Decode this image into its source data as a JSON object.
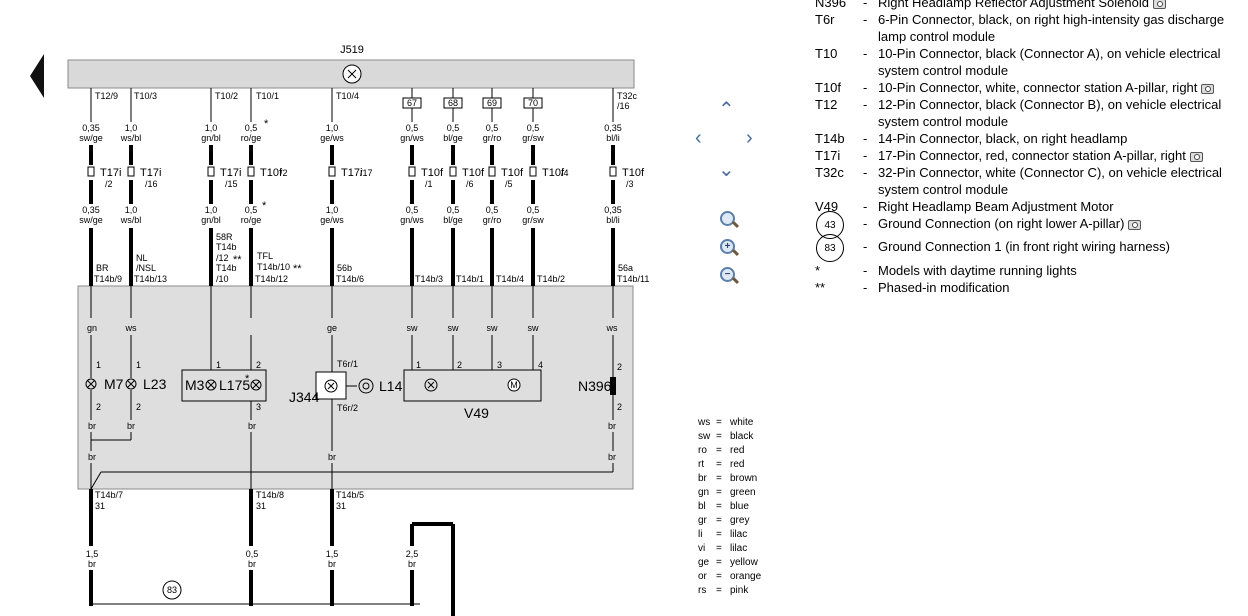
{
  "diagram": {
    "module_id": "J519",
    "module_pins": [
      "T12/9",
      "T10/3",
      "T10/2",
      "T10/1",
      "T10/4",
      "T32c/16"
    ],
    "term_boxes": [
      "67",
      "68",
      "69",
      "70"
    ],
    "wires_top": [
      {
        "size": "0,35",
        "color": "sw/ge"
      },
      {
        "size": "1,0",
        "color": "ws/bl"
      },
      {
        "size": "1,0",
        "color": "gn/bl"
      },
      {
        "size": "0,5",
        "color": "ro/ge",
        "mark": "*"
      },
      {
        "size": "1,0",
        "color": "ge/ws"
      },
      {
        "size": "0,5",
        "color": "gn/ws"
      },
      {
        "size": "0,5",
        "color": "bl/ge"
      },
      {
        "size": "0,5",
        "color": "gr/ro"
      },
      {
        "size": "0,5",
        "color": "gr/sw"
      },
      {
        "size": "0,35",
        "color": "bl/li"
      }
    ],
    "connectors": [
      {
        "name": "T17i",
        "pin": "/2"
      },
      {
        "name": "T17i",
        "pin": "/16"
      },
      {
        "name": "T17i",
        "pin": "/15"
      },
      {
        "name": "T10f",
        "pin": "/2"
      },
      {
        "name": "T17i",
        "pin": "/17"
      },
      {
        "name": "T10f",
        "pin": "/1"
      },
      {
        "name": "T10f",
        "pin": "/6"
      },
      {
        "name": "T10f",
        "pin": "/5"
      },
      {
        "name": "T10f",
        "pin": "/4"
      },
      {
        "name": "T10f",
        "pin": "/3"
      }
    ],
    "wires_mid": [
      {
        "size": "0,35",
        "color": "sw/ge"
      },
      {
        "size": "1,0",
        "color": "ws/bl"
      },
      {
        "size": "1,0",
        "color": "gn/bl"
      },
      {
        "size": "0,5",
        "color": "ro/ge",
        "mark": "*"
      },
      {
        "size": "1,0",
        "color": "ge/ws"
      },
      {
        "size": "0,5",
        "color": "gn/ws"
      },
      {
        "size": "0,5",
        "color": "bl/ge"
      },
      {
        "size": "0,5",
        "color": "gr/ro"
      },
      {
        "size": "0,5",
        "color": "gr/sw"
      },
      {
        "size": "0,35",
        "color": "bl/li"
      }
    ],
    "signals": [
      "BR",
      "NL",
      "/NSL",
      "58R",
      "T14b",
      "/12",
      "**",
      "T14b",
      "TFL",
      "T14b/10",
      "**",
      "56b",
      "56a"
    ],
    "headlamp_pins_top": [
      "T14b/9",
      "T14b/13",
      "/10",
      "T14b/12",
      "T14b/6",
      "T14b/3",
      "T14b/1",
      "T14b/4",
      "T14b/2",
      "T14b/11"
    ],
    "inner_colors": [
      "gn",
      "ws",
      "ge",
      "sw",
      "sw",
      "sw",
      "sw",
      "ws"
    ],
    "lamp_labels": {
      "m7": "M7",
      "l23": "L23",
      "m3": "M3",
      "l175": "L175",
      "star": "*",
      "j344": "J344",
      "l14": "L14",
      "v49": "V49",
      "n396": "N396",
      "t6r1": "T6r/1",
      "t6r2": "T6r/2"
    },
    "pin_numbers": [
      "1",
      "2",
      "1",
      "2",
      "1",
      "2",
      "3",
      "4",
      "1",
      "2",
      "2",
      "3",
      "2"
    ],
    "br_labels": [
      "br",
      "br",
      "br",
      "br",
      "br",
      "br",
      "br"
    ],
    "headlamp_pins_bottom": [
      "T14b/7",
      "31",
      "T14b/8",
      "31",
      "T14b/5",
      "31"
    ],
    "wires_bottom": [
      {
        "size": "1,5",
        "color": "br"
      },
      {
        "size": "0,5",
        "color": "br"
      },
      {
        "size": "1,5",
        "color": "br"
      },
      {
        "size": "2,5",
        "color": "br"
      }
    ],
    "ground_ref": "83"
  },
  "legend": [
    {
      "code": "N396",
      "desc": "Right Headlamp Reflector Adjustment Solenoid",
      "camera": true
    },
    {
      "code": "T6r",
      "desc": "6-Pin Connector, black, on right high-intensity gas discharge lamp control module",
      "camera": false
    },
    {
      "code": "T10",
      "desc": "10-Pin Connector, black (Connector A), on vehicle electrical system control module",
      "camera": false
    },
    {
      "code": "T10f",
      "desc": "10-Pin Connector, white, connector station A-pillar, right",
      "camera": true
    },
    {
      "code": "T12",
      "desc": "12-Pin Connector, black (Connector B), on vehicle electrical system control module",
      "camera": false
    },
    {
      "code": "T14b",
      "desc": "14-Pin Connector, black, on right headlamp",
      "camera": false
    },
    {
      "code": "T17i",
      "desc": "17-Pin Connector, red, connector station A-pillar, right",
      "camera": true
    },
    {
      "code": "T32c",
      "desc": "32-Pin Connector, white (Connector C), on vehicle electrical system control module",
      "camera": false
    },
    {
      "code": "V49",
      "desc": "Right Headlamp Beam Adjustment Motor",
      "camera": false
    },
    {
      "code": "43",
      "desc": "Ground Connection (on right lower A-pillar)",
      "camera": true,
      "ground": true
    },
    {
      "code": "83",
      "desc": "Ground Connection 1 (in front right wiring harness)",
      "camera": false,
      "ground": true
    },
    {
      "code": "*",
      "desc": "Models with daytime running lights",
      "camera": false
    },
    {
      "code": "**",
      "desc": "Phased-in modification",
      "camera": false
    }
  ],
  "dash": "-",
  "color_codes": [
    {
      "code": "ws",
      "name": "white"
    },
    {
      "code": "sw",
      "name": "black"
    },
    {
      "code": "ro",
      "name": "red"
    },
    {
      "code": "rt",
      "name": "red"
    },
    {
      "code": "br",
      "name": "brown"
    },
    {
      "code": "gn",
      "name": "green"
    },
    {
      "code": "bl",
      "name": "blue"
    },
    {
      "code": "gr",
      "name": "grey"
    },
    {
      "code": "li",
      "name": "lilac"
    },
    {
      "code": "vi",
      "name": "lilac"
    },
    {
      "code": "ge",
      "name": "yellow"
    },
    {
      "code": "or",
      "name": "orange"
    },
    {
      "code": "rs",
      "name": "pink"
    }
  ],
  "color_eq": "=",
  "navigation": {
    "pan_up_icon": "chevron-up",
    "pan_left_icon": "chevron-left",
    "pan_right_icon": "chevron-right",
    "pan_down_icon": "chevron-down",
    "zoom_fit_icon": "magnifier",
    "zoom_in_icon": "magnifier-plus",
    "zoom_out_icon": "magnifier-minus",
    "zoom_in_symbol": "+",
    "zoom_out_symbol": "−",
    "back_icon": "triangle-left"
  },
  "colors": {
    "module_fill": "#d9d9d9",
    "headlamp_fill": "#dedede",
    "wire": "#000000",
    "nav_accent": "#4a6d9a"
  }
}
